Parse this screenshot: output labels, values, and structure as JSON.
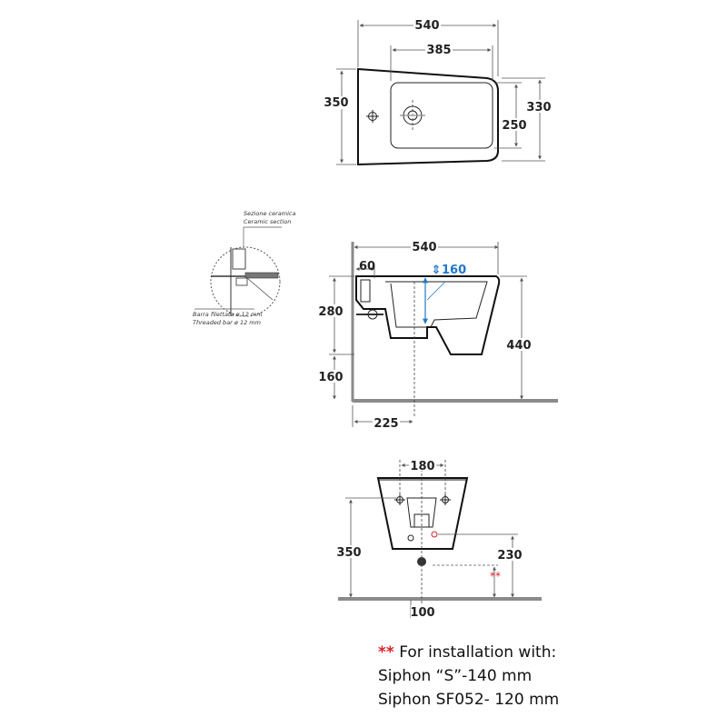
{
  "top_view": {
    "width_total": "540",
    "width_inner": "385",
    "depth_total": "350",
    "depth_outer": "330",
    "depth_inner": "250"
  },
  "detail": {
    "label_section_it": "Sezione ceramica",
    "label_section_en": "Ceramic section",
    "label_bar_it": "Barra filettata ø 12 mm",
    "label_bar_en": "Threaded bar ø 12 mm"
  },
  "side_view": {
    "width_total": "540",
    "tap_offset": "60",
    "rim_drop": "160",
    "height_upper": "280",
    "height_lower": "160",
    "height_total": "440",
    "drain_offset": "225"
  },
  "front_view": {
    "fixing_spacing": "180",
    "height": "350",
    "connection_height": "230",
    "connection_offset": "100",
    "marker": "**"
  },
  "footnote": {
    "marker": "**",
    "line1": "For installation with:",
    "line2": "Siphon “S”-140 mm",
    "line3": "Siphon SF052- 120 mm"
  }
}
